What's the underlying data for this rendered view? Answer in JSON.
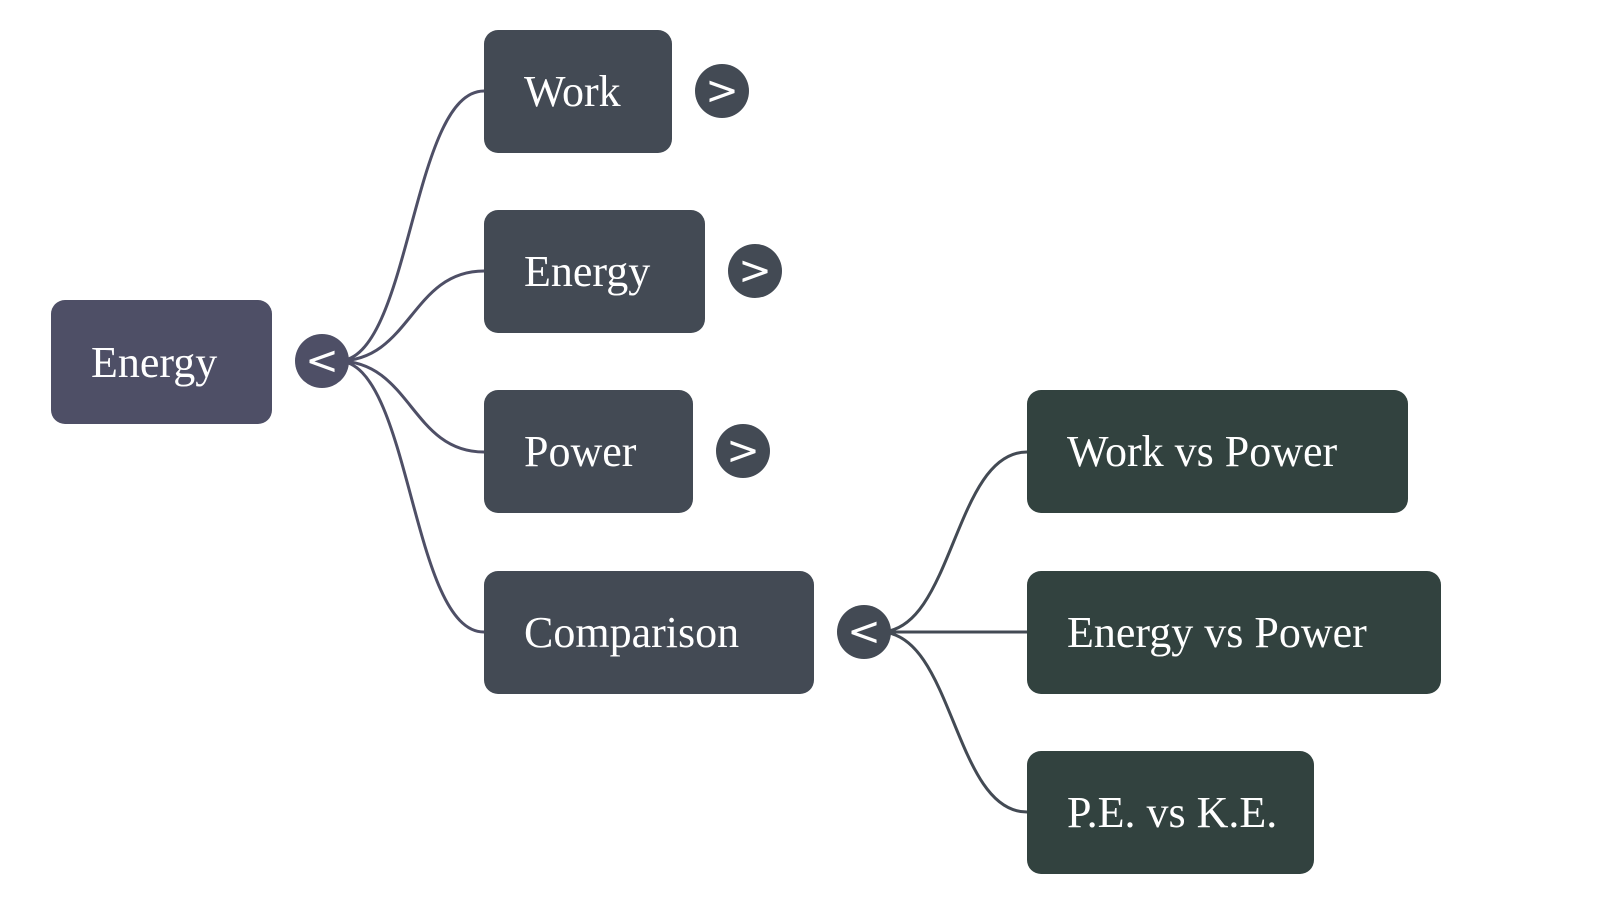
{
  "colors": {
    "root": "#4e4f66",
    "level1": "#434a54",
    "level2": "#32423f",
    "edge_root": "#4e4f66",
    "edge_comparison": "#434a54",
    "text": "#ffffff"
  },
  "root": {
    "label": "Energy",
    "toggle": "<"
  },
  "children": [
    {
      "label": "Work",
      "toggle": ">"
    },
    {
      "label": "Energy",
      "toggle": ">"
    },
    {
      "label": "Power",
      "toggle": ">"
    },
    {
      "label": "Comparison",
      "toggle": "<"
    }
  ],
  "comparison_children": [
    {
      "label": "Work vs Power"
    },
    {
      "label": "Energy vs Power"
    },
    {
      "label": "P.E. vs K.E."
    }
  ]
}
